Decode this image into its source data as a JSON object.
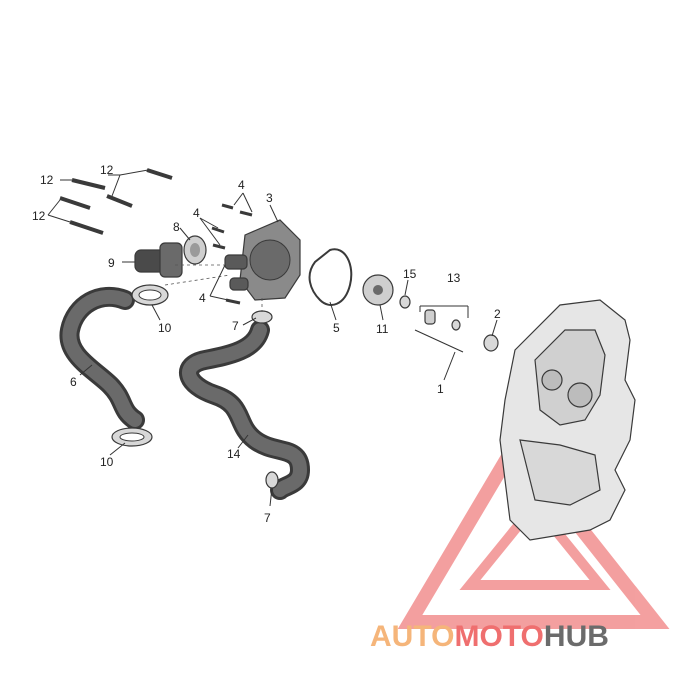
{
  "diagram": {
    "callouts": [
      {
        "id": "c1",
        "label": "1"
      },
      {
        "id": "c2",
        "label": "2"
      },
      {
        "id": "c3",
        "label": "3"
      },
      {
        "id": "c4a",
        "label": "4"
      },
      {
        "id": "c4b",
        "label": "4"
      },
      {
        "id": "c4c",
        "label": "4"
      },
      {
        "id": "c5",
        "label": "5"
      },
      {
        "id": "c6",
        "label": "6"
      },
      {
        "id": "c7a",
        "label": "7"
      },
      {
        "id": "c7b",
        "label": "7"
      },
      {
        "id": "c8",
        "label": "8"
      },
      {
        "id": "c9",
        "label": "9"
      },
      {
        "id": "c10a",
        "label": "10"
      },
      {
        "id": "c10b",
        "label": "10"
      },
      {
        "id": "c11",
        "label": "11"
      },
      {
        "id": "c12a",
        "label": "12"
      },
      {
        "id": "c12b",
        "label": "12"
      },
      {
        "id": "c12c",
        "label": "12"
      },
      {
        "id": "c13",
        "label": "13"
      },
      {
        "id": "c14",
        "label": "14"
      },
      {
        "id": "c15",
        "label": "15"
      }
    ]
  },
  "watermark": {
    "part1": "AUTO",
    "part2": "MOTO",
    "part3": "HUB",
    "color1": "#f5b57a",
    "color2": "#ef6f6f",
    "color3": "#6b6b6b",
    "triangle_color": "#f08080"
  },
  "colors": {
    "part_fill": "#cfcfcf",
    "hose_fill": "#5a5a5a",
    "dark": "#3a3a3a"
  }
}
